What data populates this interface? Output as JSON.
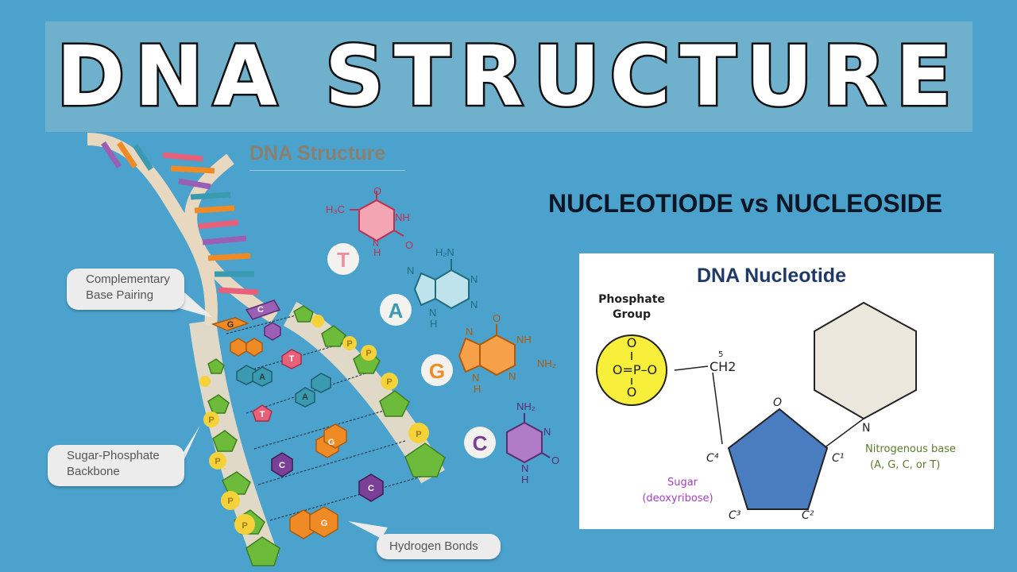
{
  "header": {
    "title": "DNA STRUCTURE"
  },
  "subtitle": "NUCLEOTIODE vs NUCLEOSIDE",
  "dna_diagram": {
    "title": "DNA Structure",
    "callouts": {
      "base_pairing": [
        "Complementary",
        "Base Pairing"
      ],
      "backbone": [
        "Sugar-Phosphate",
        "Backbone"
      ],
      "hydrogen_bonds": "Hydrogen Bonds"
    },
    "phosphate_label": "P",
    "base_letters": {
      "T": "T",
      "A": "A",
      "G": "G",
      "C": "C"
    },
    "molecule_labels": {
      "thymine_methyl": "H₃C",
      "nh": "NH",
      "n": "N",
      "h": "H",
      "o": "O",
      "nh2": "NH₂",
      "h2n": "H₂N"
    }
  },
  "nucleotide_panel": {
    "title": "DNA Nucleotide",
    "phosphate_group": [
      "Phosphate",
      "Group"
    ],
    "phosphate_formula": {
      "top": "O",
      "middle": "O=P–O",
      "bottom": "O"
    },
    "ch2": "CH2",
    "five": "5",
    "ring_o": "O",
    "n_label": "N",
    "c1": "C¹",
    "c2": "C²",
    "c3": "C³",
    "c4": "C⁴",
    "sugar": [
      "Sugar",
      "(deoxyribose)"
    ],
    "base": [
      "Nitrogenous base",
      "(A, G, C, or T)"
    ]
  },
  "colors": {
    "background": "#4ba2cc",
    "thymine": "#e8607a",
    "adenine": "#3a9bb0",
    "guanine": "#f08a24",
    "cytosine": "#7a3f96",
    "sugar_green": "#6dbb3a",
    "phosphate_yellow": "#f5d23a",
    "pentagon_blue": "#4a7cc0"
  }
}
